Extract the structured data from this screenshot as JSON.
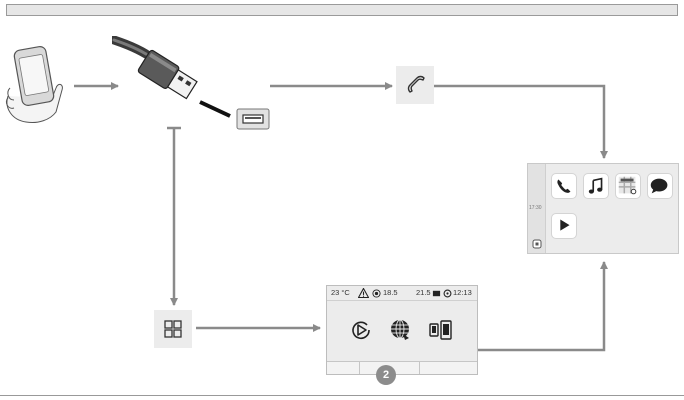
{
  "status_bar": {
    "temperature": "23 °C",
    "radio_value": "18.5",
    "temp_right": "21.5",
    "clock": "12:13"
  },
  "step_badge": "2",
  "carplay": {
    "side_time": "17:30"
  },
  "colors": {
    "arrow": "#8a8a8a",
    "square_bg": "#ececec",
    "badge": "#8c8c8c"
  },
  "icons": {
    "smartphone": "smartphone-in-hand-icon",
    "usb_cable": "usb-cable-icon",
    "usb_port": "usb-port-icon",
    "phone": "telephone-handset-icon",
    "apps_grid": "apps-grid-icon",
    "play_circle": "play-circle-icon",
    "internet": "globe-icon",
    "connected_phone": "mirror-screen-icon"
  }
}
